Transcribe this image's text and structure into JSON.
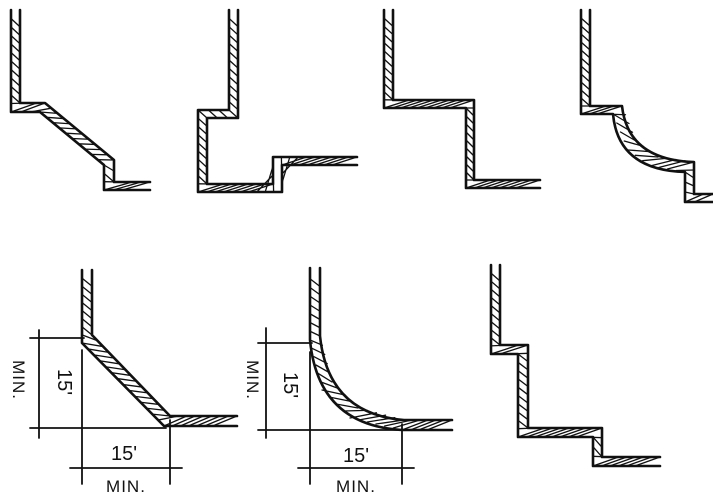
{
  "labels": {
    "fig5_horizontal": "15'",
    "fig5_vertical": "15'",
    "fig5_horizontal_min": "MIN.",
    "fig5_vertical_min": "MIN.",
    "fig6_horizontal": "15'",
    "fig6_vertical": "15'",
    "fig6_horizontal_min": "MIN.",
    "fig6_vertical_min": "MIN."
  }
}
